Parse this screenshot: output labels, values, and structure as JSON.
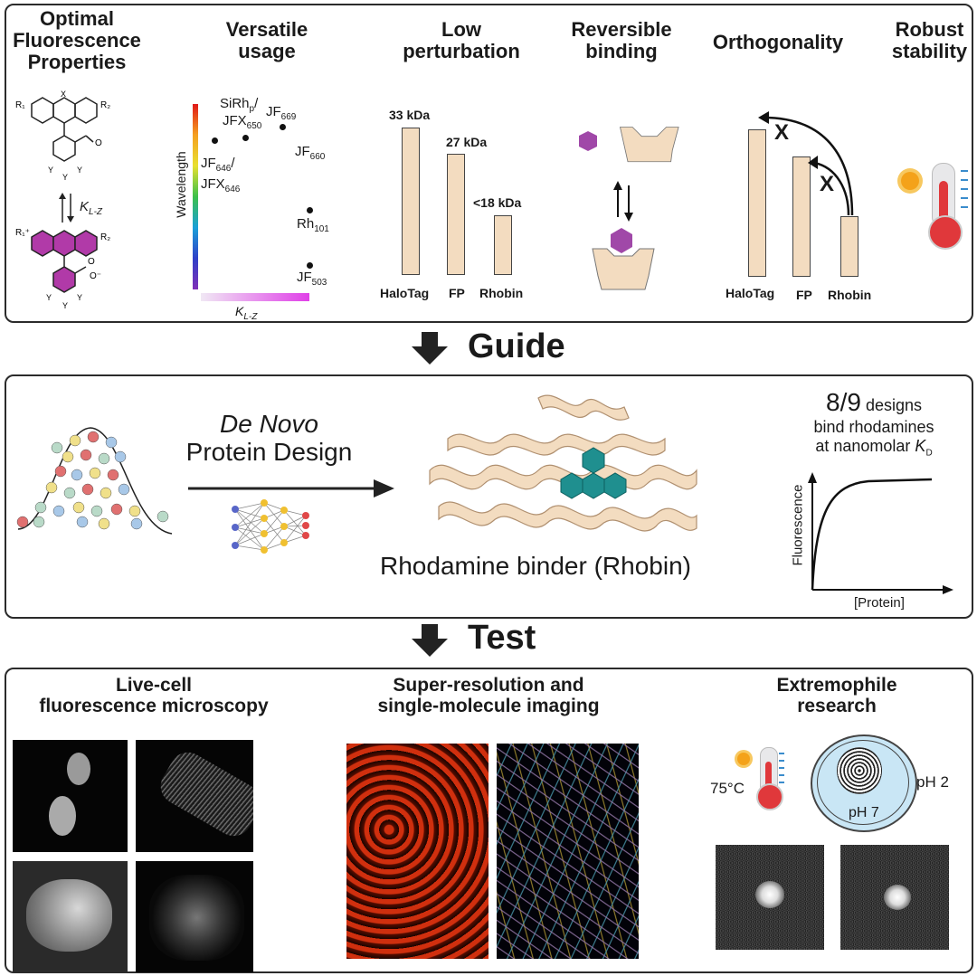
{
  "top": {
    "col1": {
      "title": [
        "Optimal",
        "Fluorescence",
        "Properties"
      ],
      "k_label": "K",
      "k_sub": "L-Z"
    },
    "col2": {
      "title": [
        "Versatile",
        "usage"
      ],
      "ylabel": "Wavelength",
      "xlabel": "K",
      "xlabel_sub": "L-Z",
      "dyes": [
        {
          "main": "SiRh",
          "sub": "p",
          "suffix": "/"
        },
        {
          "main": "JFX",
          "sub": "650"
        },
        {
          "main": "JF",
          "sub": "669"
        },
        {
          "main": "JF",
          "sub": "660"
        },
        {
          "main": "JF",
          "sub": "646",
          "suffix": "/"
        },
        {
          "main": "JFX",
          "sub": "646"
        },
        {
          "main": "Rh",
          "sub": "101"
        },
        {
          "main": "JF",
          "sub": "503"
        }
      ]
    },
    "col3": {
      "title": [
        "Low",
        "perturbation"
      ],
      "bars": [
        {
          "name": "HaloTag",
          "size": "33 kDa",
          "value": 33
        },
        {
          "name": "FP",
          "size": "27 kDa",
          "value": 27
        },
        {
          "name": "Rhobin",
          "size": "<18 kDa",
          "value": 13
        }
      ]
    },
    "col4": {
      "title": [
        "Reversible",
        "binding"
      ]
    },
    "col5": {
      "title": [
        "Orthogonality"
      ],
      "bars": [
        {
          "name": "HaloTag"
        },
        {
          "name": "FP"
        },
        {
          "name": "Rhobin"
        }
      ],
      "mark": "X"
    },
    "col6": {
      "title": [
        "Robust",
        "stability"
      ]
    }
  },
  "guide": {
    "label": "Guide"
  },
  "middle": {
    "denovo_italic": "De Novo",
    "denovo_rest": "Protein Design",
    "binder_label": "Rhodamine binder (Rhobin)",
    "stat_big": "8/9",
    "stat_small": "designs",
    "stat_line2": "bind rhodamines",
    "stat_line3": "at nanomolar",
    "stat_k": "K",
    "stat_k_sub": "D",
    "plot_ylabel": "Fluorescence",
    "plot_xlabel": "[Protein]"
  },
  "test": {
    "label": "Test"
  },
  "bottom": {
    "col1": {
      "title": [
        "Live-cell",
        "fluorescence microscopy"
      ]
    },
    "col2": {
      "title": [
        "Super-resolution and",
        "single-molecule imaging"
      ]
    },
    "col3": {
      "title": [
        "Extremophile",
        "research"
      ],
      "temp": "75°C",
      "ph_in": "pH 7",
      "ph_out": "pH 2"
    }
  },
  "colors": {
    "bar_fill": "#f3dcc0",
    "magenta": "#b13aa8",
    "teal": "#1f8f8f",
    "thermo_red": "#e0383b"
  }
}
